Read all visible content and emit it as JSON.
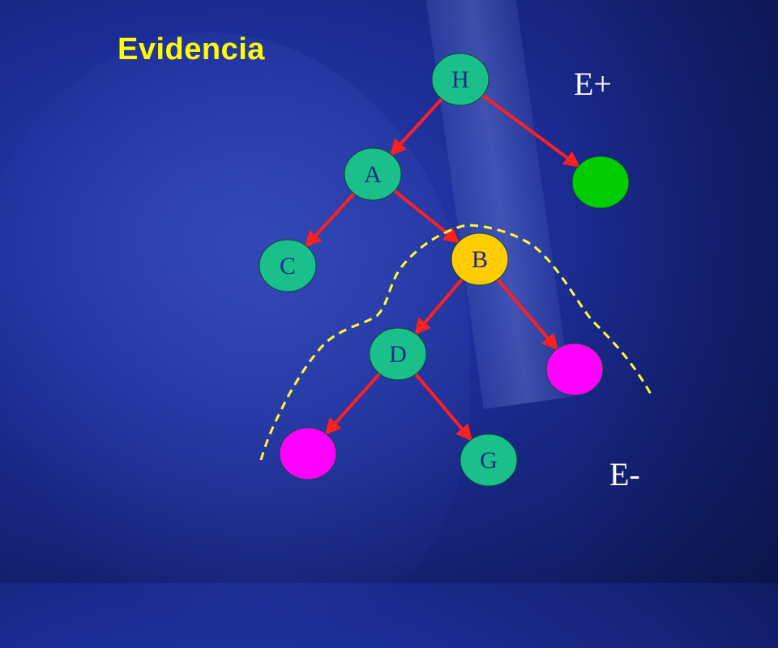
{
  "title": "Evidencia",
  "labels": {
    "positive": "E+",
    "negative": "E-"
  },
  "colors": {
    "node_default": "#1bbf8a",
    "node_highlight": "#ffcc00",
    "node_positive": "#00cc00",
    "node_negative": "#ff00ff",
    "edge": "#ff2020",
    "boundary": "#ffff33",
    "title": "#ffff00"
  },
  "nodes": [
    {
      "id": "H",
      "label": "H",
      "kind": "default"
    },
    {
      "id": "A",
      "label": "A",
      "kind": "default"
    },
    {
      "id": "P1",
      "label": "",
      "kind": "positive"
    },
    {
      "id": "C",
      "label": "C",
      "kind": "default"
    },
    {
      "id": "B",
      "label": "B",
      "kind": "highlight"
    },
    {
      "id": "D",
      "label": "D",
      "kind": "default"
    },
    {
      "id": "N1",
      "label": "",
      "kind": "negative"
    },
    {
      "id": "N2",
      "label": "",
      "kind": "negative"
    },
    {
      "id": "G",
      "label": "G",
      "kind": "default"
    }
  ],
  "edges": [
    {
      "from": "H",
      "to": "A"
    },
    {
      "from": "H",
      "to": "P1"
    },
    {
      "from": "A",
      "to": "C"
    },
    {
      "from": "A",
      "to": "B"
    },
    {
      "from": "B",
      "to": "D"
    },
    {
      "from": "B",
      "to": "N1"
    },
    {
      "from": "D",
      "to": "N2"
    },
    {
      "from": "D",
      "to": "G"
    }
  ]
}
